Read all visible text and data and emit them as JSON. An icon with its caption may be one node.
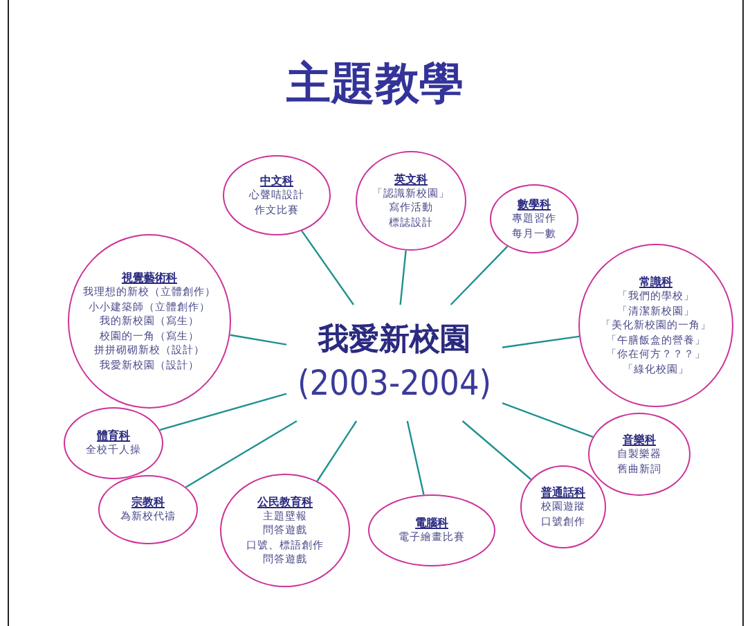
{
  "diagram": {
    "title": "主題教學",
    "nodes": [
      {
        "text": [
          "我愛新校園",
          "(2003-2004)"
        ]
      },
      {
        "text": [
          "中文科",
          "心聲咭設計",
          "作文比賽"
        ]
      },
      {
        "text": [
          "英文科",
          "「認識新校園」",
          "寫作活動",
          "標誌設計"
        ]
      },
      {
        "text": [
          "數學科",
          "專題習作",
          "每月一數"
        ]
      },
      {
        "text": [
          "視覺藝術科",
          "我理想的新校（立體創作）",
          "小小建築師（立體創作）",
          "我的新校園（寫生）",
          "校園的一角（寫生）",
          "拼拼砌砌新校（設計）",
          "我愛新校園（設計）"
        ]
      },
      {
        "text": [
          "常識科",
          "「我們的學校」",
          "「清潔新校園」",
          "「美化新校園的一角」",
          "「午膳飯盒的營養」",
          "「你在何方？？？」",
          "「綠化校園」"
        ]
      },
      {
        "text": [
          "體育科",
          "全校千人操"
        ]
      },
      {
        "text": [
          "音樂科",
          "自製樂器",
          "舊曲新詞"
        ]
      },
      {
        "text": [
          "宗教科",
          "為新校代禱"
        ]
      },
      {
        "text": [
          "公民教育科",
          "主題壁報",
          "問答遊戲",
          "口號、標語創作",
          "問答遊戲"
        ]
      },
      {
        "text": [
          "電腦科",
          "電子繪畫比賽"
        ]
      },
      {
        "text": [
          "普通話科",
          "校園遊蹤",
          "口號創作"
        ]
      }
    ],
    "edges": [
      {
        "from": 0,
        "to": 1,
        "arrow": "none"
      },
      {
        "from": 0,
        "to": 2,
        "arrow": "none"
      },
      {
        "from": 0,
        "to": 3,
        "arrow": "none"
      },
      {
        "from": 0,
        "to": 4,
        "arrow": "none"
      },
      {
        "from": 0,
        "to": 5,
        "arrow": "none"
      },
      {
        "from": 0,
        "to": 6,
        "arrow": "none"
      },
      {
        "from": 0,
        "to": 7,
        "arrow": "none"
      },
      {
        "from": 0,
        "to": 8,
        "arrow": "none"
      },
      {
        "from": 0,
        "to": 9,
        "arrow": "none"
      },
      {
        "from": 0,
        "to": 10,
        "arrow": "none"
      },
      {
        "from": 0,
        "to": 11,
        "arrow": "none"
      }
    ]
  }
}
